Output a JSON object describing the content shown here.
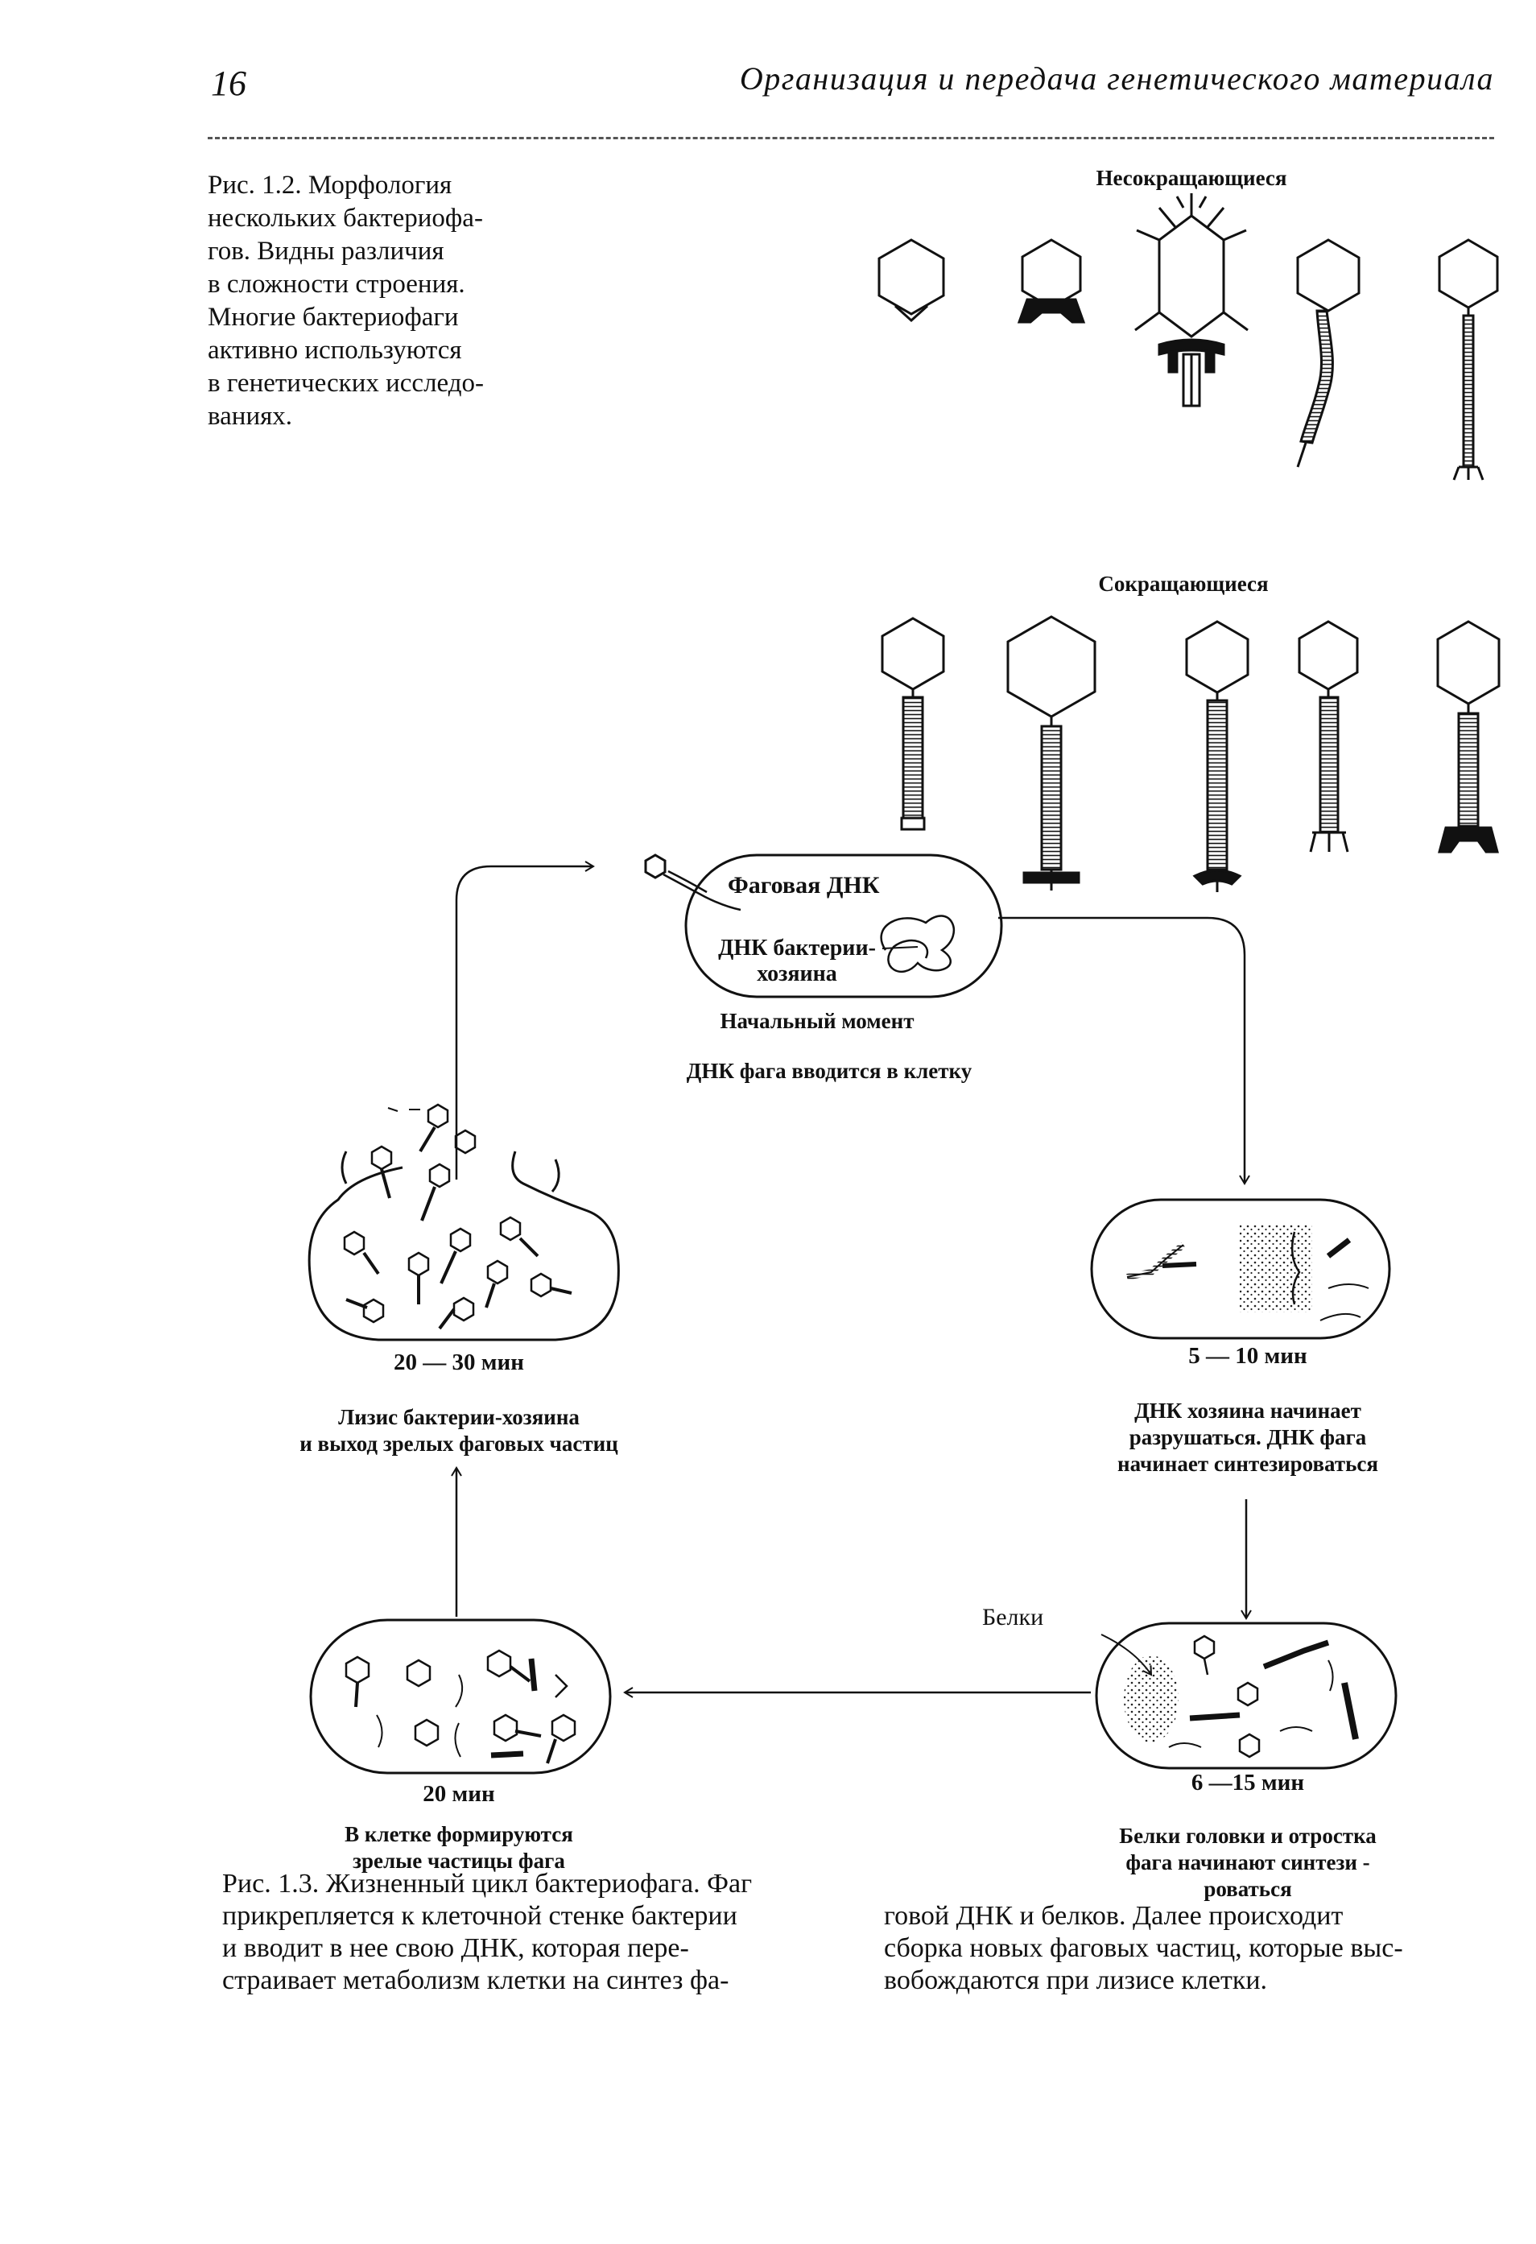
{
  "page": {
    "number": "16",
    "running_head": "Организация и передача генетического материала"
  },
  "fig12": {
    "caption_lines": [
      "Рис. 1.2. Морфология",
      "нескольких бактериофа-",
      "гов. Видны различия",
      "в сложности строения.",
      "Многие бактериофаги",
      "активно используются",
      "в генетических исследо-",
      "ваниях."
    ],
    "group_noncontracting": "Несокращающиеся",
    "group_contracting": "Сокращающиеся"
  },
  "fig13": {
    "start_cell": {
      "phage_dna_label": "Фаговая ДНК",
      "host_dna_label_lines": [
        "ДНК бактерии-",
        "хозяина"
      ],
      "moment_label": "Начальный момент",
      "step_label": "ДНК фага вводится в клетку"
    },
    "stage_5_10": {
      "time": "5 — 10 мин",
      "desc_lines": [
        "ДНК хозяина начинает",
        "разрушаться. ДНК фага",
        "начинает синтезироваться"
      ]
    },
    "stage_6_15": {
      "proteins_label": "Белки",
      "time": "6 —15 мин",
      "desc_lines": [
        "Белки головки и отростка",
        "фага  начинают синтези -",
        "роваться"
      ]
    },
    "stage_20": {
      "time": "20 мин",
      "desc_lines": [
        "В клетке формируются",
        "зрелые частицы фага"
      ]
    },
    "stage_20_30": {
      "time": "20  —  30 мин",
      "desc_lines": [
        "Лизис бактерии-хозяина",
        "и выход зрелых фаговых частиц"
      ]
    },
    "caption_left_lines": [
      "Рис. 1.3. Жизненный цикл бактериофага. Фаг",
      "прикрепляется к клеточной стенке бактерии",
      "и вводит в нее свою ДНК, которая пере-",
      "страивает метаболизм клетки на синтез фа-"
    ],
    "caption_right_lines": [
      "говой ДНК и белков. Далее происходит",
      "сборка новых фаговых частиц, которые выс-",
      "вобождаются при лизисе клетки."
    ]
  }
}
